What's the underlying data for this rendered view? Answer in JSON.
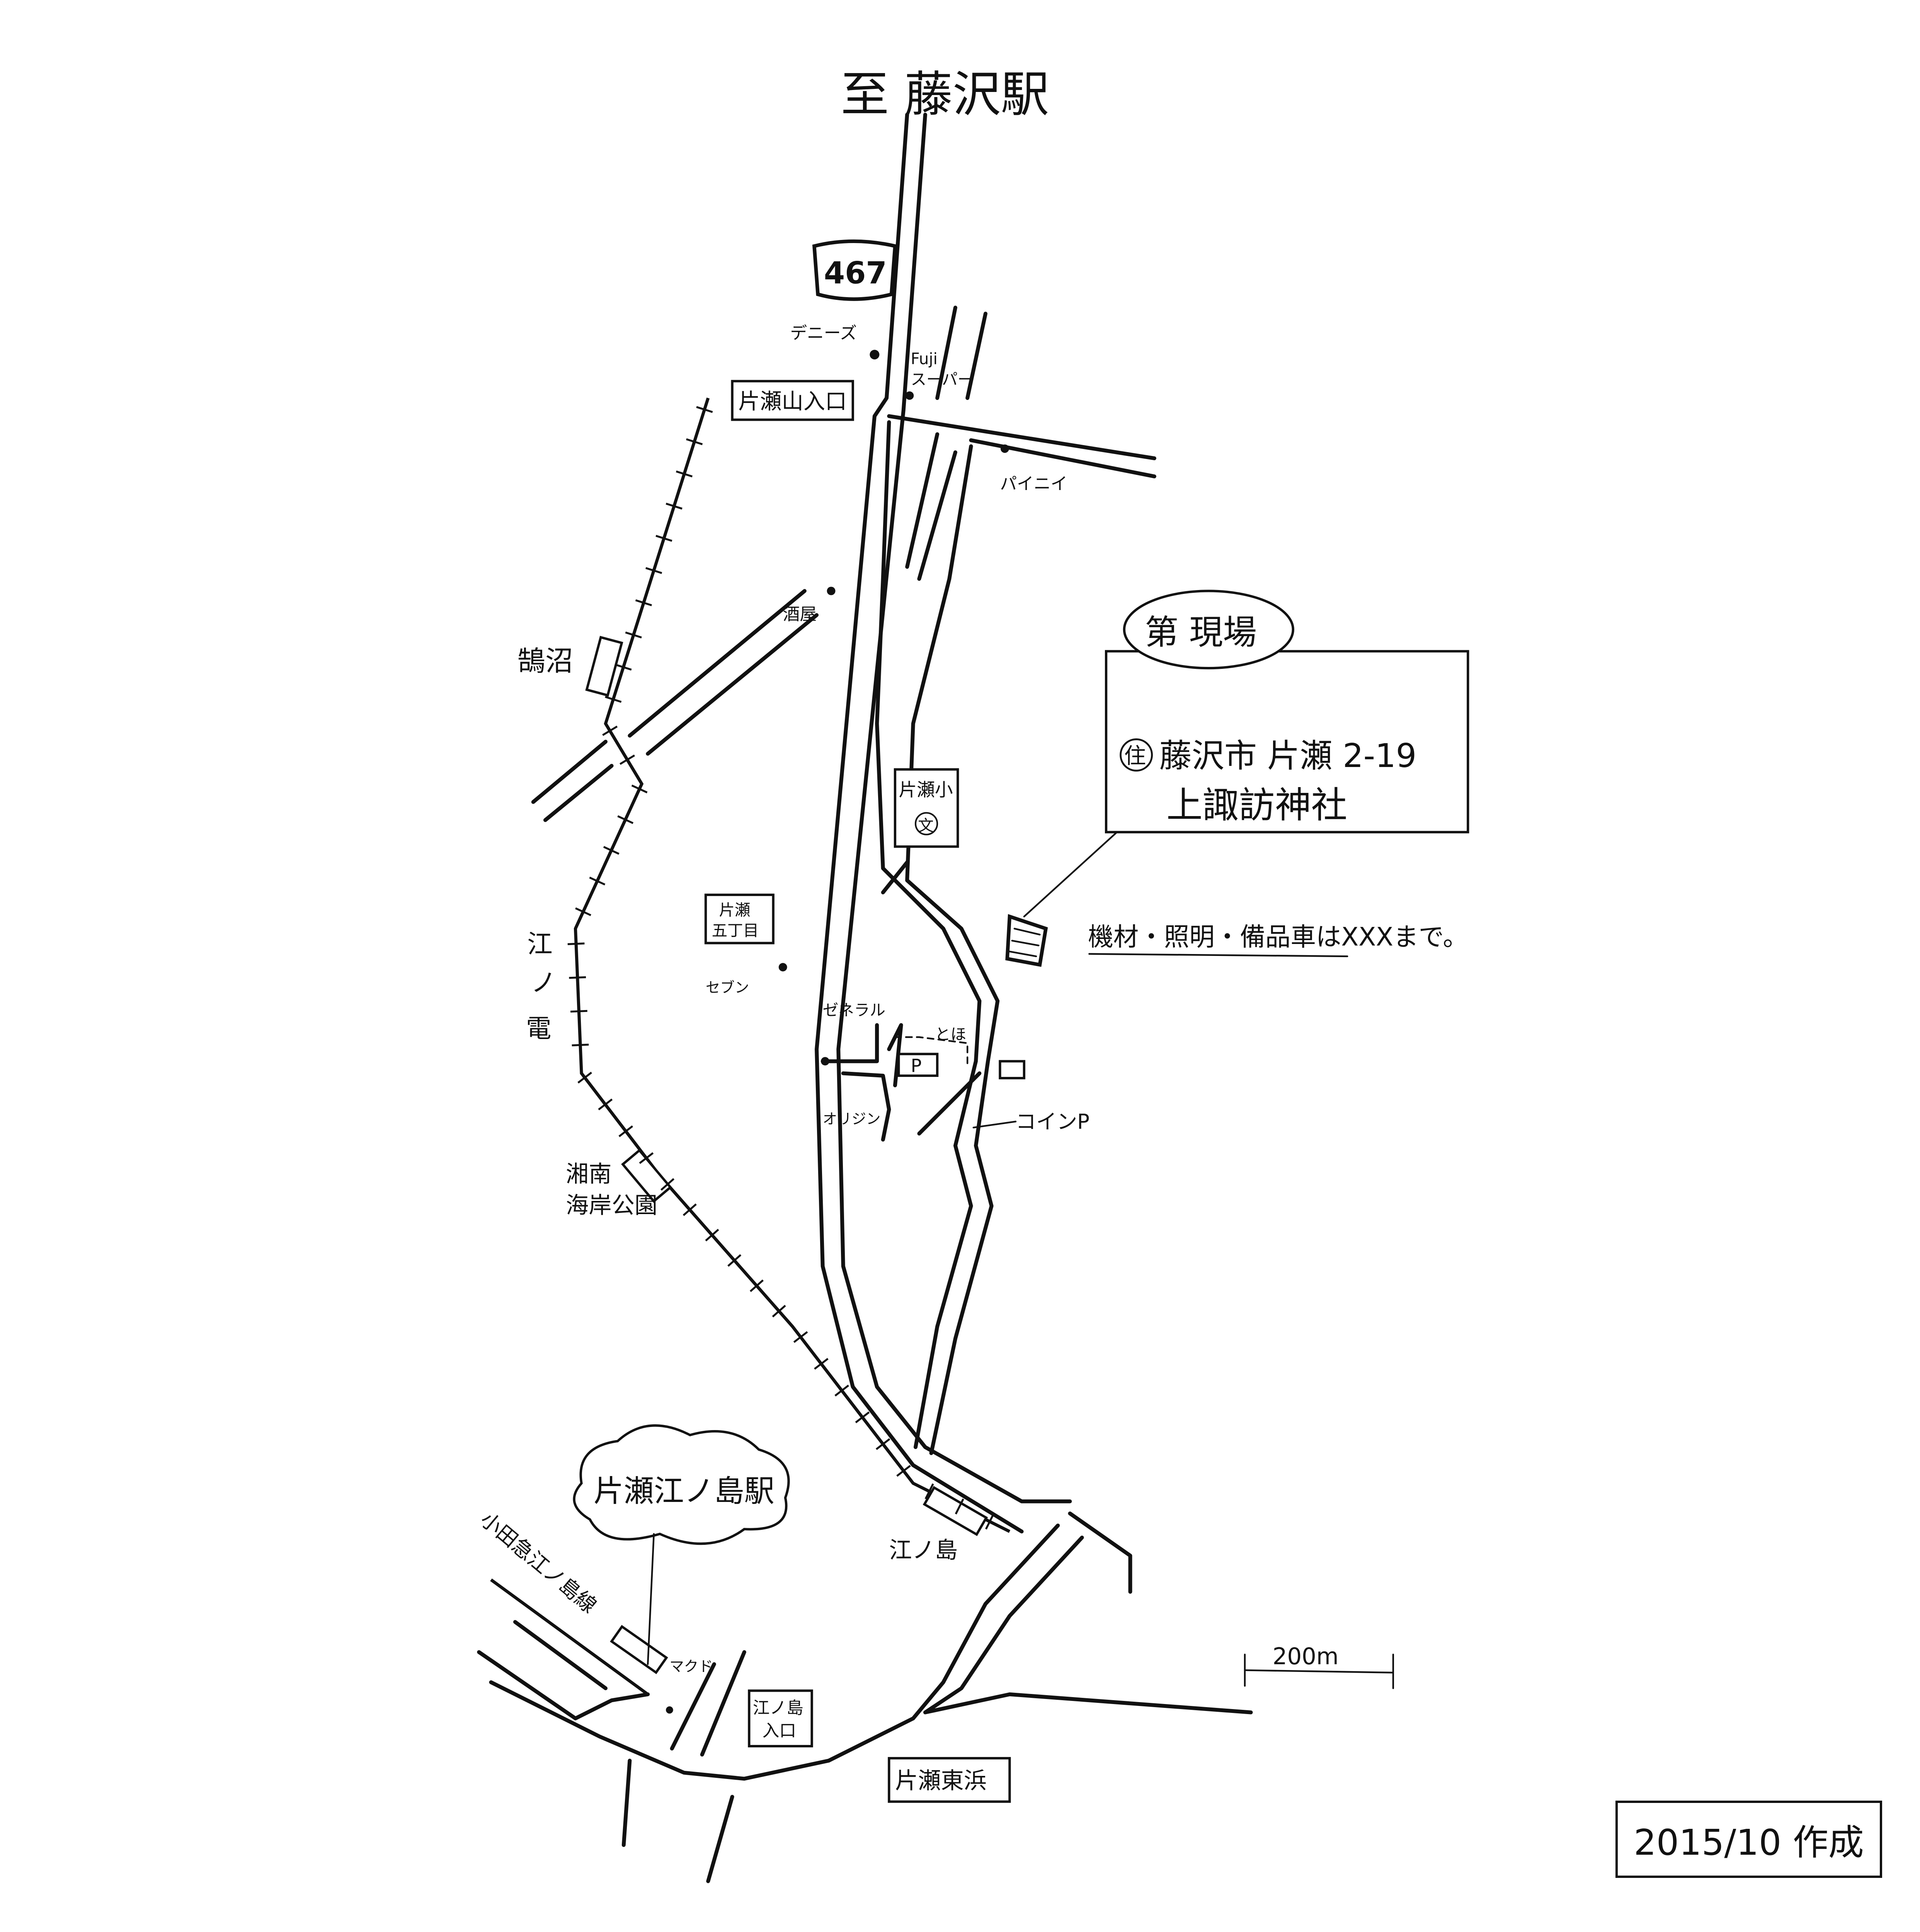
{
  "title": "至 藤沢駅",
  "route_number": "467",
  "landmarks": {
    "dennys": "デニーズ",
    "fuji_super_1": "Fuji",
    "fuji_super_2": "スーパー",
    "katasemama_iriguchi": "片瀬山入口",
    "pioneer": "パイニイ",
    "sakaya": "酒屋",
    "kugenuma": "鵠沼",
    "katase_school": "片瀬小",
    "school_symbol": "文",
    "katase_5chome_1": "片瀬",
    "katase_5chome_2": "五丁目",
    "seven": "セブン",
    "general": "ゼネラル",
    "toho": "とほ",
    "parking": "P",
    "origin": "オリジン",
    "coin_parking": "コインP",
    "enoden_1": "江",
    "enoden_2": "ノ",
    "enoden_3": "電",
    "shonan_kaigan_1": "湘南",
    "shonan_kaigan_2": "海岸公園",
    "odakyu": "小田急江ノ島線",
    "katase_enoshima_station": "片瀬江ノ島駅",
    "mcd": "マクド",
    "enoshima_iriguchi_1": "江ノ島",
    "enoshima_iriguchi_2": "入口",
    "katase_higashihama": "片瀬東浜",
    "enoshima": "江ノ島"
  },
  "site_box": {
    "heading": "第 現場",
    "address_mark": "住",
    "address": "藤沢市 片瀬 2-19",
    "venue": "上諏訪神社"
  },
  "note": "機材・照明・備品車はXXXまで。",
  "scale": "200m",
  "footer": "2015/10 作成"
}
